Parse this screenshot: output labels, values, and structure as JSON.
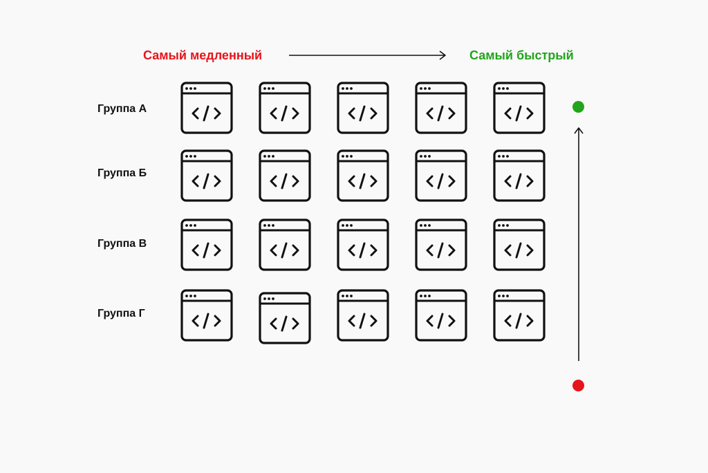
{
  "header": {
    "slowest_label": "Самый медленный",
    "fastest_label": "Самый быстрый"
  },
  "colors": {
    "slow": "#e8141b",
    "fast": "#21a51c",
    "ink": "#111111"
  },
  "groups": [
    {
      "label": "Группа А",
      "windows": 5
    },
    {
      "label": "Группа Б",
      "windows": 5
    },
    {
      "label": "Группа В",
      "windows": 5
    },
    {
      "label": "Группа Г",
      "windows": 5
    }
  ],
  "icons": {
    "tile": "code-window-icon",
    "horizontal_arrow": "arrow-right-icon",
    "vertical_arrow": "arrow-up-icon"
  }
}
